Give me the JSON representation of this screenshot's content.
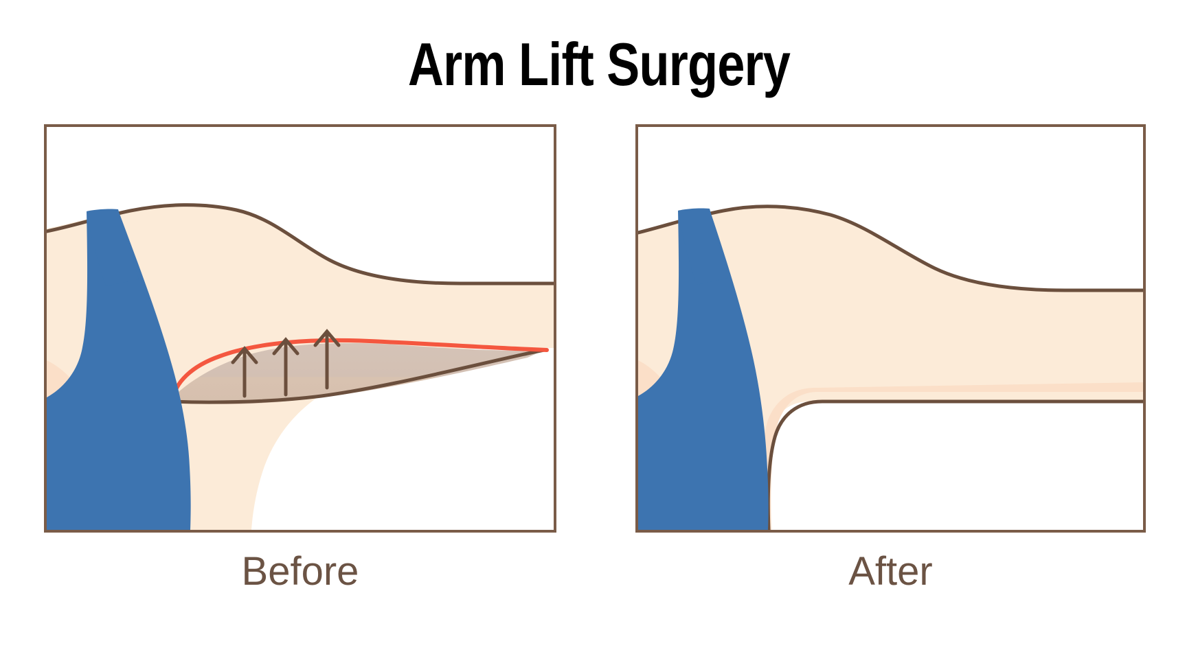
{
  "page": {
    "title": "Arm Lift Surgery",
    "background_color": "#FFFFFF"
  },
  "colors": {
    "title_text": "#000000",
    "panel_border": "#7A5C48",
    "caption_text": "#6B5344",
    "skin_fill": "#FCEBD8",
    "skin_highlight": "#FBDFC8",
    "skin_outline": "#6B4F3D",
    "garment_blue": "#3D74B0",
    "sag_fill_upper": "#D3C0B3",
    "sag_fill_lower": "#D8C2B0",
    "incision_red": "#F4573F",
    "arrow_brown": "#6B4F3D"
  },
  "panels": [
    {
      "id": "before",
      "caption": "Before",
      "description": "Upper arm with sagging excess skin and fat under the arm",
      "elements": {
        "torso_garment": "blue-tank-top",
        "arm": "upper-arm-skin",
        "sagging_tissue": "loose-skin-wedge",
        "incision_line": "red-surgical-marking",
        "lift_arrows": 3
      }
    },
    {
      "id": "after",
      "caption": "After",
      "description": "Upper arm with smooth toned contour following arm lift",
      "elements": {
        "torso_garment": "blue-tank-top",
        "arm": "upper-arm-skin",
        "sagging_tissue": "none",
        "incision_line": "none",
        "lift_arrows": 0
      }
    }
  ]
}
